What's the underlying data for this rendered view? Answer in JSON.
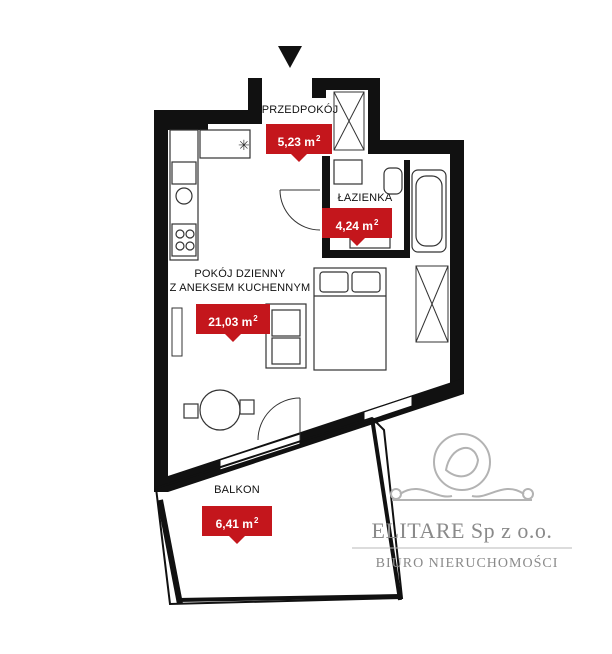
{
  "rooms": {
    "entrance": {
      "name": "PRZEDPOKÓJ",
      "area": "5,23 m",
      "unit_sup": "2"
    },
    "bathroom": {
      "name": "ŁAZIENKA",
      "area": "4,24 m",
      "unit_sup": "2"
    },
    "living": {
      "name_line1": "POKÓJ DZIENNY",
      "name_line2": "Z ANEKSEM KUCHENNYM",
      "area": "21,03 m",
      "unit_sup": "2"
    },
    "balcony": {
      "name": "BALKON",
      "area": "6,41 m",
      "unit_sup": "2"
    }
  },
  "watermark": {
    "company": "ELITARE Sp z o.o.",
    "subtitle": "BIURO NIERUCHOMOŚCI"
  },
  "colors": {
    "area_badge": "#c4161c",
    "wall": "#111111",
    "watermark": "#9a9a9a"
  },
  "icons": [
    "entrance-arrow-icon",
    "sofa-icon",
    "bed-icon",
    "table-icon",
    "bathtub-icon",
    "toilet-icon",
    "sink-icon",
    "stove-icon",
    "fridge-icon"
  ]
}
